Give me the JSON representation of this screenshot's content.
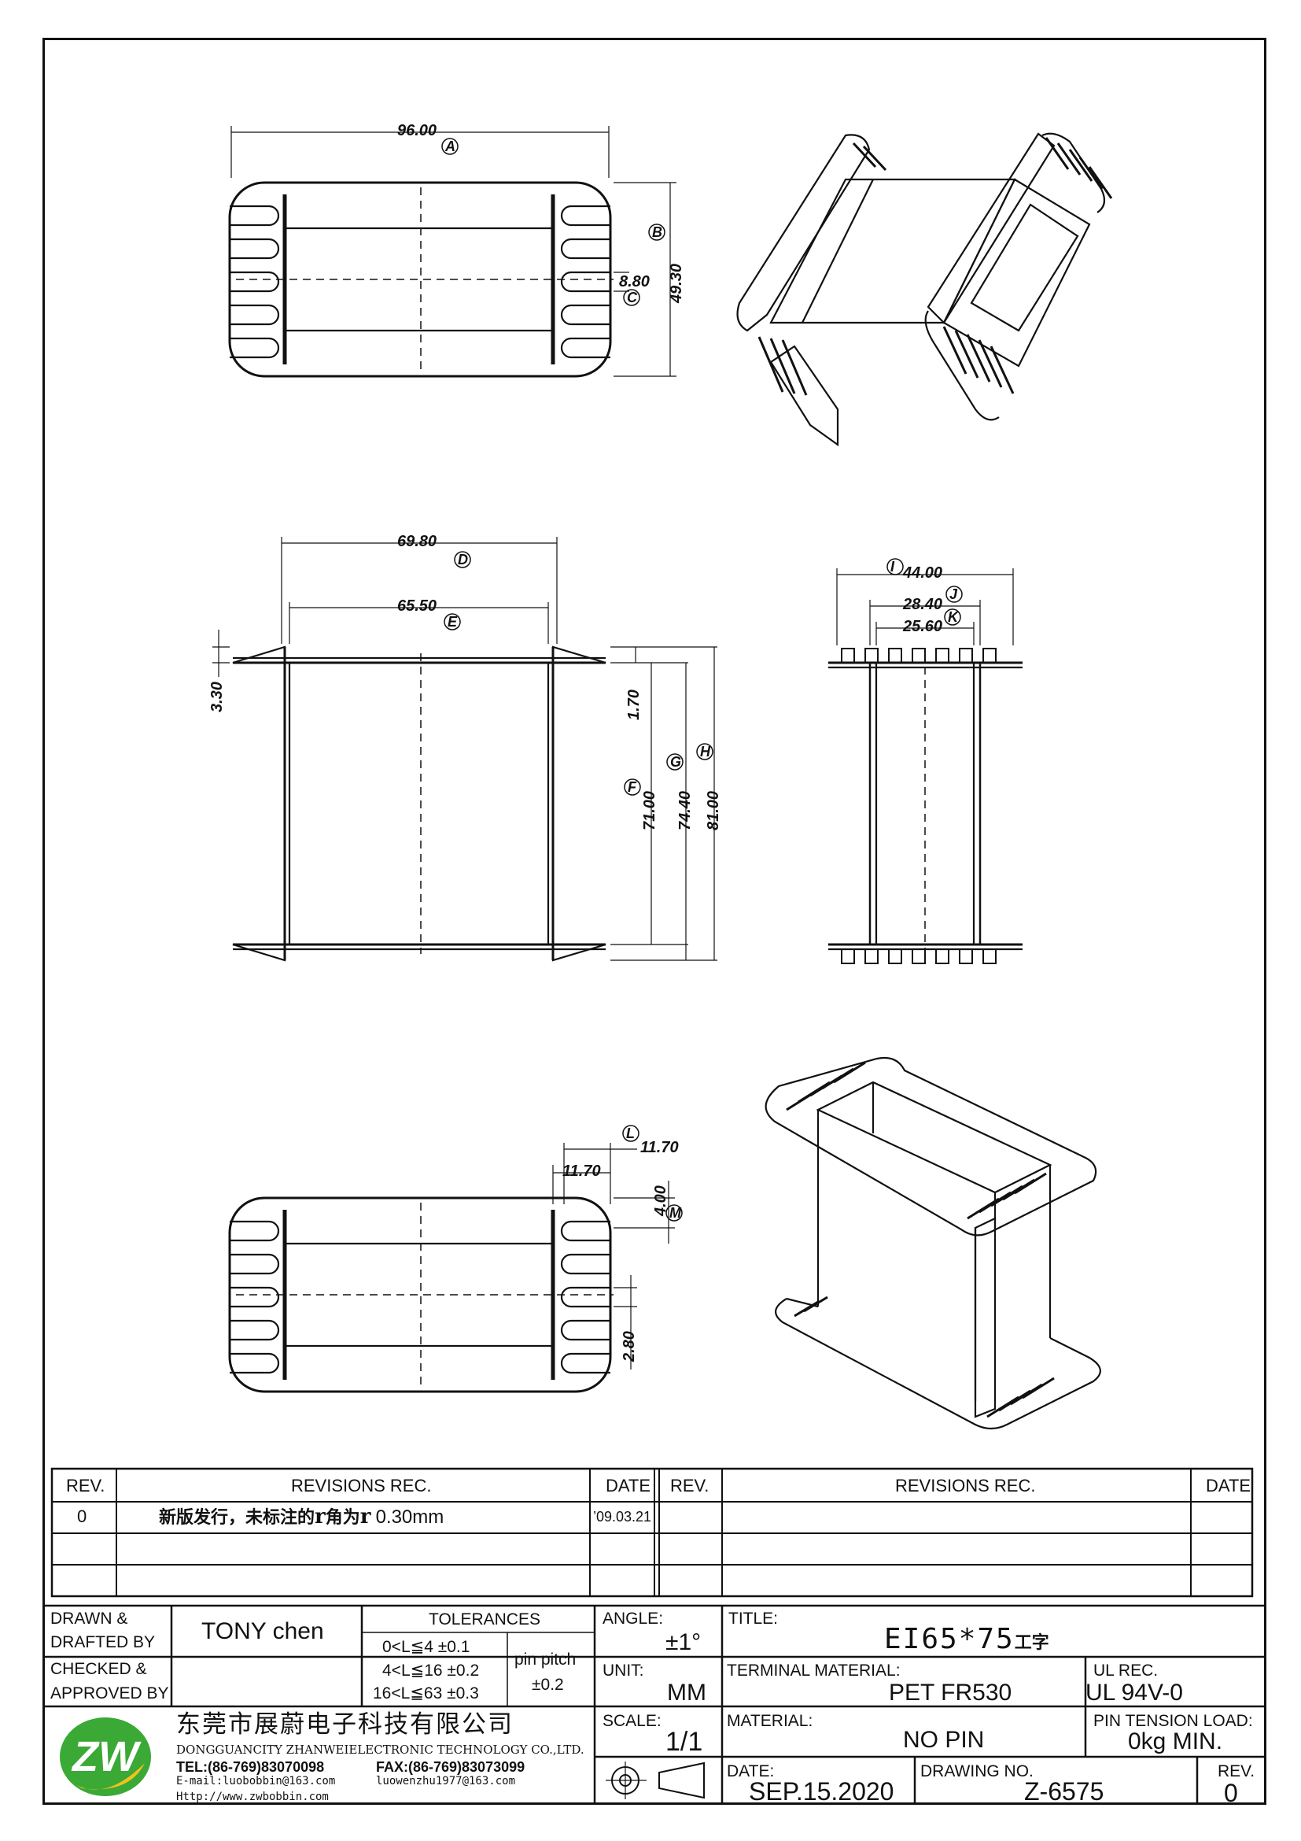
{
  "drawing": {
    "top_view_1": {
      "width_dim": "96.00",
      "width_tag": "A",
      "height_dim": "49.30",
      "height_tag": "B",
      "pitch_dim": "8.80",
      "pitch_tag": "C"
    },
    "front_view": {
      "outer_dim": "69.80",
      "outer_tag": "D",
      "inner_dim": "65.50",
      "inner_tag": "E",
      "flange_dim": "3.30",
      "top_dim": "1.70",
      "f_dim": "71.00",
      "f_tag": "F",
      "g_dim": "74.40",
      "g_tag": "G",
      "h_dim": "81.00",
      "h_tag": "H"
    },
    "side_view": {
      "i_dim": "44.00",
      "i_tag": "I",
      "j_dim": "28.40",
      "j_tag": "J",
      "k_dim": "25.60",
      "k_tag": "K"
    },
    "bottom_view": {
      "l_dim": "11.70",
      "l_tag": "L",
      "m_dim": "11.70",
      "n_dim": "4.00",
      "n_tag": "M",
      "p_dim": "2.80"
    }
  },
  "revisions": {
    "headers": {
      "rev": "REV.",
      "rec": "REVISIONS    REC.",
      "date": "DATE",
      "rev2": "REV.",
      "rec2": "REVISIONS    REC.",
      "date2": "DATE"
    },
    "rows": [
      {
        "rev": "0",
        "text_cn": "新版发行，未标注的",
        "r1": "r",
        "text_cn2": "角为",
        "r2": "r",
        "text_num": "0.30mm",
        "date": "’09.03.21"
      }
    ]
  },
  "title_block": {
    "drawn_label_1": "DRAWN  &",
    "drawn_label_2": "DRAFTED  BY",
    "drawn_value": "TONY  chen",
    "checked_label_1": "CHECKED  &",
    "checked_label_2": "APPROVED  BY",
    "tolerances_label": "TOLERANCES",
    "tol_rows": [
      "0<L≦4    ±0.1",
      "4<L≦16  ±0.2",
      "16<L≦63  ±0.3"
    ],
    "pin_pitch_label": "pin  pitch",
    "pin_pitch_value": "±0.2",
    "angle_label": "ANGLE:",
    "angle_value": "±1°",
    "unit_label": "UNIT:",
    "unit_value": "MM",
    "scale_label": "SCALE:",
    "scale_value": "1/1",
    "title_label": "TITLE:",
    "title_value": "EI65*75",
    "title_cn": "工字",
    "terminal_label": "TERMINAL  MATERIAL:",
    "terminal_value": "PET  FR530",
    "ul_label": "UL  REC.",
    "ul_value": "UL  94V-0",
    "material_label": "MATERIAL:",
    "material_value": "NO  PIN",
    "pin_tension_label": "PIN  TENSION  LOAD:",
    "pin_tension_value": "0kg  MIN.",
    "date_label": "DATE:",
    "date_value": "SEP.15.2020",
    "drawing_no_label": "DRAWING  NO.",
    "drawing_no_value": "Z-6575",
    "rev_label": "REV.",
    "rev_value": "0",
    "company_cn": "东莞市展蔚电子科技有限公司",
    "company_en": "DONGGUANCITY  ZHANWEIELECTRONIC  TECHNOLOGY  CO.,LTD.",
    "tel": "TEL:(86-769)83070098",
    "fax": "FAX:(86-769)83073099",
    "email": "E-mail:luobobbin@163.com",
    "email2": "luowenzhu1977@163.com",
    "web": "Http://www.zwbobbin.com",
    "logo_letters": "ZW",
    "colors": {
      "logo_green": "#3aa935",
      "logo_yellow": "#f2c21b",
      "line": "#111111"
    }
  }
}
